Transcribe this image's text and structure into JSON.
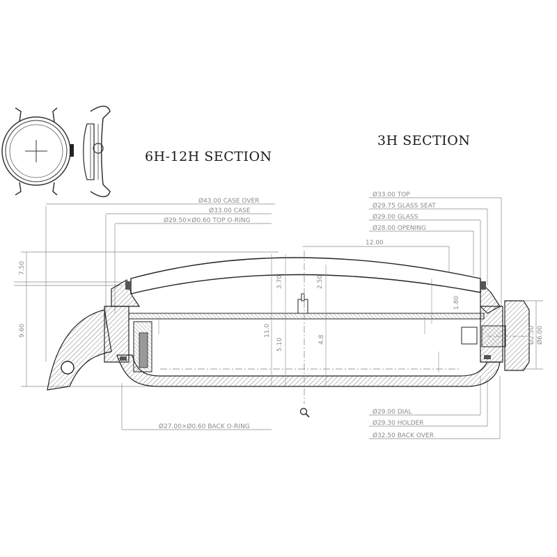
{
  "titles": {
    "section_6h_12h": "6H-12H SECTION",
    "section_3h": "3H SECTION"
  },
  "left_dimensions": {
    "case_over": "Ø43.00 CASE OVER",
    "case": "Ø33.00 CASE",
    "top_oring": "Ø29.50×Ø0.60 TOP O-RING",
    "back_oring": "Ø27.00×Ø0.60 BACK O-RING"
  },
  "right_dimensions": {
    "top": "Ø33.00 TOP",
    "glass_seat": "Ø29.75 GLASS SEAT",
    "glass": "Ø29.00 GLASS",
    "opening": "Ø28.00 OPENING",
    "dial": "Ø29.00 DIAL",
    "holder": "Ø29.30 HOLDER",
    "back_over": "Ø32.50 BACK OVER"
  },
  "vertical_dimensions": {
    "overall_height": "7.50",
    "lug_height": "9.60",
    "crystal_height": "3.70",
    "inner_height": "11.0",
    "movement_height": "5.10",
    "small_a": "2.50",
    "small_b": "4.8",
    "small_c": "1.80",
    "crown_dia": "Ø6.00",
    "crown_inner": "Ø2.50"
  },
  "horizontal_dimensions": {
    "half_width": "12.00"
  },
  "icons": {
    "zoom": "magnifier-icon"
  }
}
